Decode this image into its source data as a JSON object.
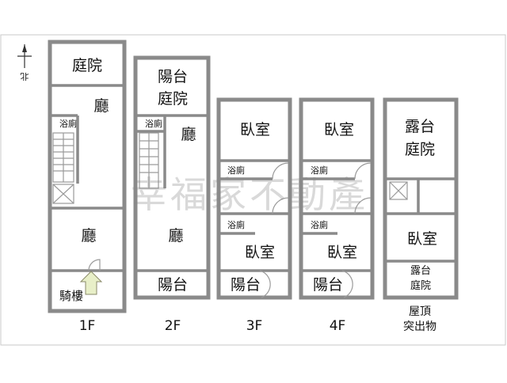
{
  "compass": {
    "label": "北"
  },
  "watermark": {
    "text": "幸福家不動產"
  },
  "floors": [
    {
      "id": "1f",
      "floor_label": "1F",
      "rooms": [
        {
          "key": "courtyard",
          "label": "庭院"
        },
        {
          "key": "hall-upper",
          "label": "廳"
        },
        {
          "key": "bath",
          "label": "浴廁"
        },
        {
          "key": "hall-lower",
          "label": "廳"
        },
        {
          "key": "arcade",
          "label": "騎樓"
        }
      ]
    },
    {
      "id": "2f",
      "floor_label": "2F",
      "rooms": [
        {
          "key": "balcony-courtyard-1",
          "label": "陽台"
        },
        {
          "key": "balcony-courtyard-2",
          "label": "庭院"
        },
        {
          "key": "bath",
          "label": "浴廁"
        },
        {
          "key": "hall-upper",
          "label": "廳"
        },
        {
          "key": "hall-lower",
          "label": "廳"
        },
        {
          "key": "balcony",
          "label": "陽台"
        }
      ]
    },
    {
      "id": "3f",
      "floor_label": "3F",
      "rooms": [
        {
          "key": "bedroom-upper",
          "label": "臥室"
        },
        {
          "key": "bath-upper",
          "label": "浴廁"
        },
        {
          "key": "bath-lower",
          "label": "浴廁"
        },
        {
          "key": "bedroom-lower",
          "label": "臥室"
        },
        {
          "key": "balcony",
          "label": "陽台"
        }
      ]
    },
    {
      "id": "4f",
      "floor_label": "4F",
      "rooms": [
        {
          "key": "bedroom-upper",
          "label": "臥室"
        },
        {
          "key": "bath-upper",
          "label": "浴廁"
        },
        {
          "key": "bath-lower",
          "label": "浴廁"
        },
        {
          "key": "bedroom-lower",
          "label": "臥室"
        },
        {
          "key": "balcony",
          "label": "陽台"
        }
      ]
    },
    {
      "id": "roof",
      "floor_label_lines": [
        "屋頂",
        "突出物"
      ],
      "rooms": [
        {
          "key": "terrace-1",
          "label": "露台"
        },
        {
          "key": "terrace-2",
          "label": "庭院"
        },
        {
          "key": "bedroom",
          "label": "臥室"
        },
        {
          "key": "small-terrace-1",
          "label": "露台"
        },
        {
          "key": "small-terrace-2",
          "label": "庭院"
        }
      ]
    }
  ]
}
